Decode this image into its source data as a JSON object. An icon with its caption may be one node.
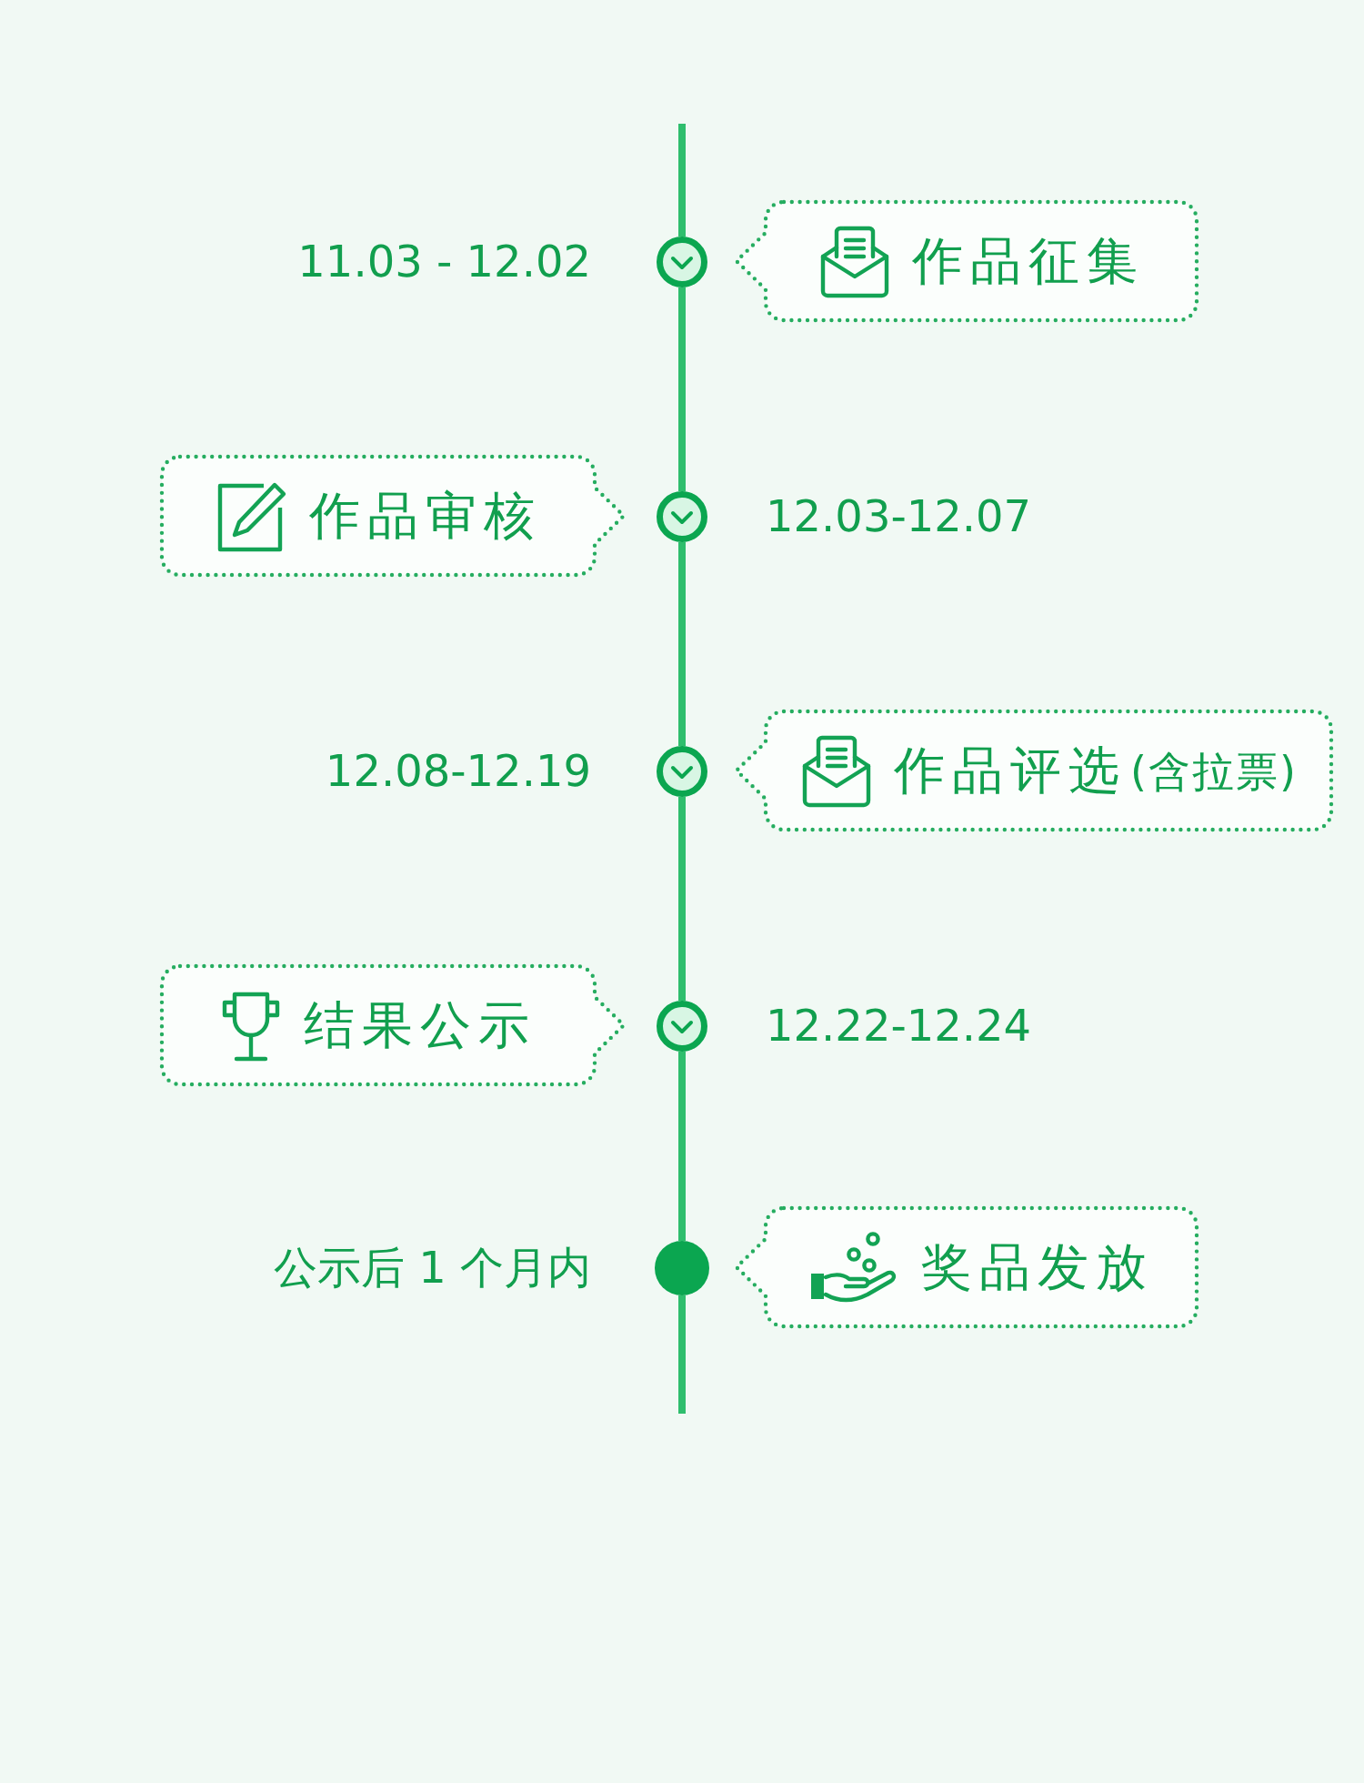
{
  "diagram": {
    "nodes": [
      {
        "text": [],
        "shape": "circle",
        "beside": [
          "11.03 - 12.02"
        ]
      },
      {
        "text": [
          "作品征集"
        ]
      },
      {
        "text": [
          "作品审核"
        ]
      },
      {
        "text": [],
        "shape": "circle",
        "beside": [
          "12.03-12.07"
        ]
      },
      {
        "text": [],
        "shape": "circle",
        "beside": [
          "12.08-12.19"
        ]
      },
      {
        "text": [
          "作品评选",
          "(含拉票)"
        ]
      },
      {
        "text": [
          "结果公示"
        ]
      },
      {
        "text": [],
        "shape": "circle",
        "beside": [
          "12.22-12.24"
        ]
      },
      {
        "text": [],
        "shape": "circle",
        "beside": [
          "公示后 1 个月内"
        ]
      },
      {
        "text": [
          "奖品发放"
        ]
      }
    ],
    "edges": [
      {
        "from": null,
        "to": 0,
        "arrow": "none"
      },
      {
        "from": 0,
        "to": 3,
        "arrow": "none"
      },
      {
        "from": 3,
        "to": 4,
        "arrow": "none"
      },
      {
        "from": 4,
        "to": 7,
        "arrow": "none"
      },
      {
        "from": 7,
        "to": 8,
        "arrow": "none"
      },
      {
        "from": 8,
        "to": null,
        "arrow": "none"
      }
    ]
  }
}
